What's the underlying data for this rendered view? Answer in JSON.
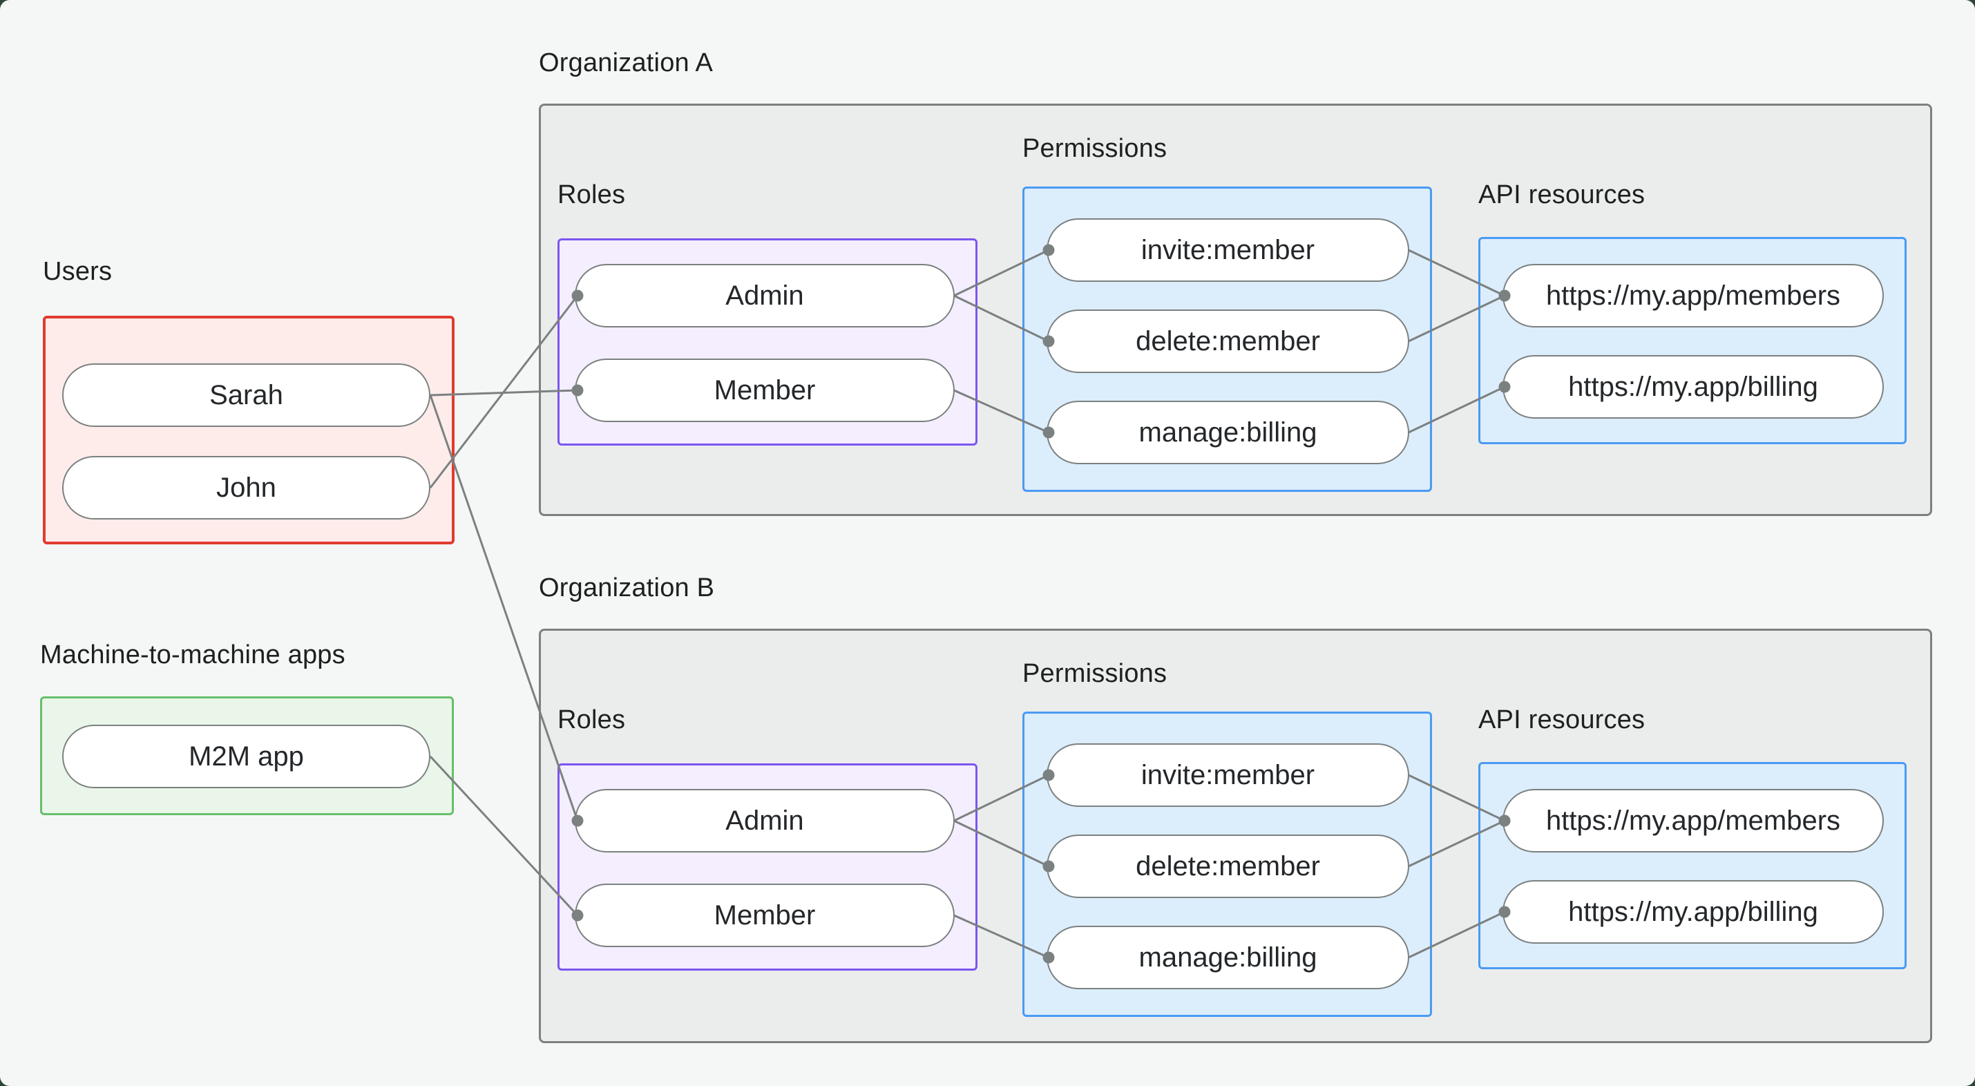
{
  "groups": {
    "users": {
      "label": "Users",
      "border_color": "#e13b30",
      "fill_color": "#fdecea",
      "items": [
        "Sarah",
        "John"
      ]
    },
    "m2m": {
      "label": "Machine-to-machine apps",
      "border_color": "#67bf6b",
      "fill_color": "#e9f6e9",
      "items": [
        "M2M app"
      ]
    }
  },
  "organizations": [
    {
      "title": "Organization A",
      "roles": {
        "label": "Roles",
        "border_color": "#7b55f0",
        "fill_color": "#f4eefe",
        "items": [
          "Admin",
          "Member"
        ]
      },
      "permissions": {
        "label": "Permissions",
        "border_color": "#4a9af5",
        "fill_color": "#dcedfc",
        "items": [
          "invite:member",
          "delete:member",
          "manage:billing"
        ]
      },
      "api_resources": {
        "label": "API resources",
        "border_color": "#4a9af5",
        "fill_color": "#dcedfc",
        "items": [
          "https://my.app/members",
          "https://my.app/billing"
        ]
      }
    },
    {
      "title": "Organization B",
      "roles": {
        "label": "Roles",
        "border_color": "#7b55f0",
        "fill_color": "#f4eefe",
        "items": [
          "Admin",
          "Member"
        ]
      },
      "permissions": {
        "label": "Permissions",
        "border_color": "#4a9af5",
        "fill_color": "#dcedfc",
        "items": [
          "invite:member",
          "delete:member",
          "manage:billing"
        ]
      },
      "api_resources": {
        "label": "API resources",
        "border_color": "#4a9af5",
        "fill_color": "#dcedfc",
        "items": [
          "https://my.app/members",
          "https://my.app/billing"
        ]
      }
    }
  ],
  "connections": [
    {
      "from": "sarah",
      "to": "orgA-member"
    },
    {
      "from": "john",
      "to": "orgA-admin"
    },
    {
      "from": "sarah",
      "to": "orgB-admin"
    },
    {
      "from": "m2m",
      "to": "orgB-member"
    },
    {
      "from": "orgA-admin",
      "to": "orgA-invite"
    },
    {
      "from": "orgA-admin",
      "to": "orgA-delete"
    },
    {
      "from": "orgA-member",
      "to": "orgA-manage"
    },
    {
      "from": "orgA-invite",
      "to": "orgA-members-api"
    },
    {
      "from": "orgA-delete",
      "to": "orgA-members-api"
    },
    {
      "from": "orgA-manage",
      "to": "orgA-billing-api"
    },
    {
      "from": "orgB-admin",
      "to": "orgB-invite"
    },
    {
      "from": "orgB-admin",
      "to": "orgB-delete"
    },
    {
      "from": "orgB-member",
      "to": "orgB-manage"
    },
    {
      "from": "orgB-invite",
      "to": "orgB-members-api"
    },
    {
      "from": "orgB-delete",
      "to": "orgB-members-api"
    },
    {
      "from": "orgB-manage",
      "to": "orgB-billing-api"
    }
  ],
  "style": {
    "connector_color": "#7b8180",
    "org_box_fill": "#ebedec",
    "org_box_border": "#7b8180",
    "page_background": "#f5f7f6",
    "corner_background": "#2e4636",
    "pill_fill": "#ffffff",
    "pill_border": "#7b8180",
    "text_color": "#1d201f"
  }
}
